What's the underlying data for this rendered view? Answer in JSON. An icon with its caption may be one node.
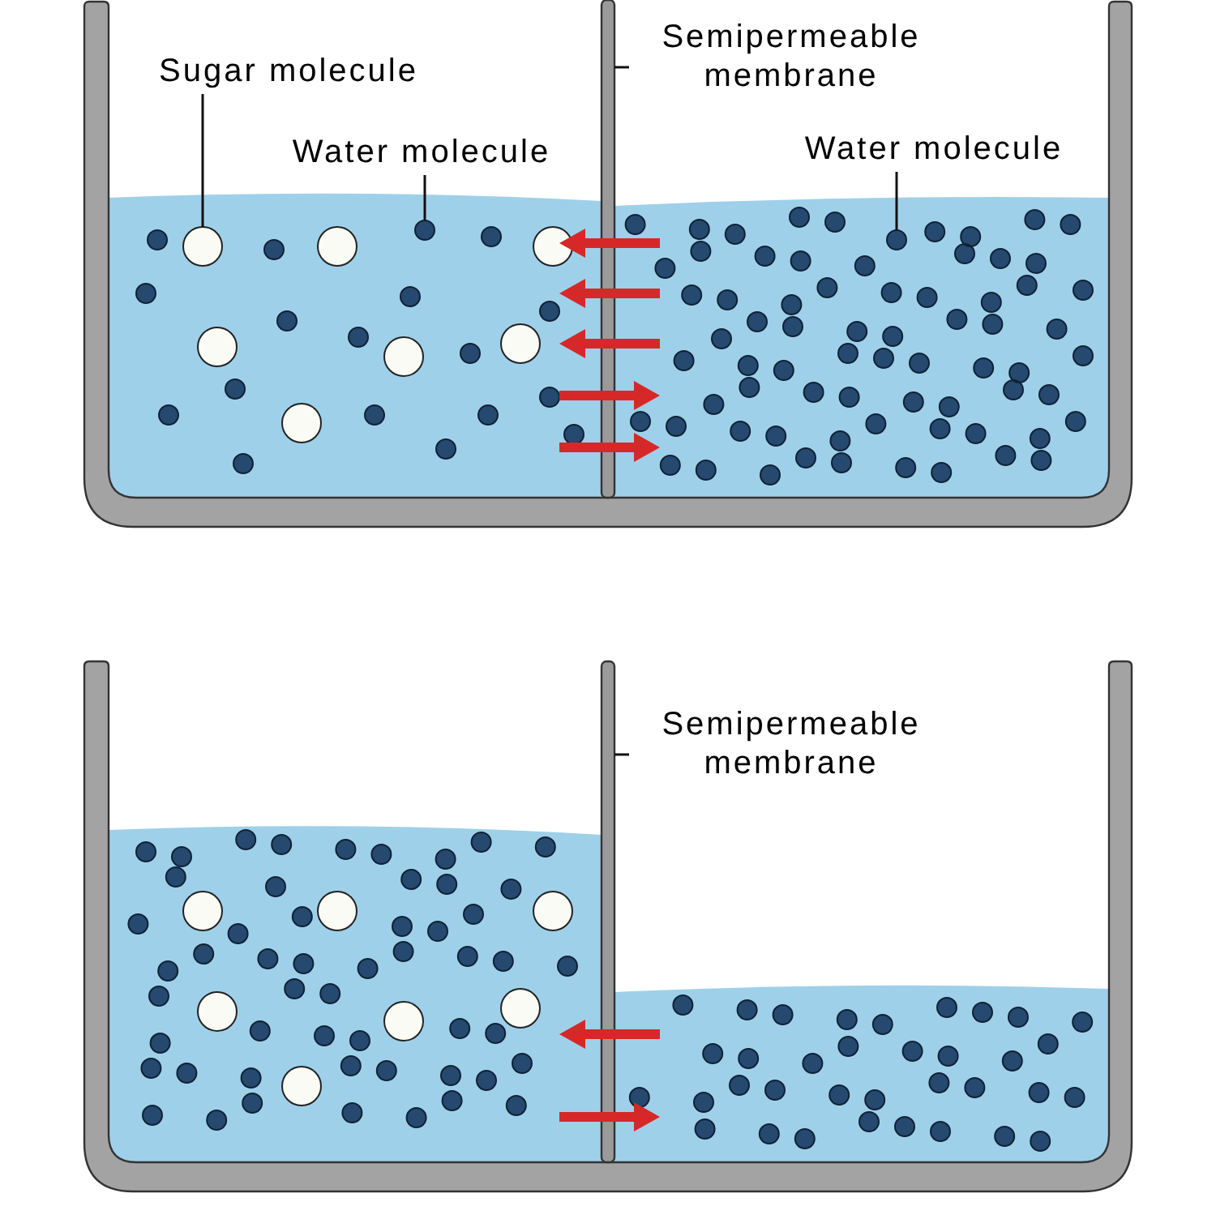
{
  "diagram": {
    "nodes": [
      {
        "text": [
          "Sugar molecule"
        ]
      },
      {
        "text": [],
        "shape": "circle"
      },
      {
        "text": [
          "Water molecule"
        ]
      },
      {
        "text": [],
        "shape": "circle"
      },
      {
        "text": [
          "Semipermeable membrane"
        ]
      },
      {
        "text": [],
        "shape": "bar"
      },
      {
        "text": [
          "Water molecule"
        ]
      },
      {
        "text": [],
        "shape": "circle"
      },
      {
        "text": [
          "Semipermeable membrane"
        ]
      },
      {
        "text": [],
        "shape": "bar"
      }
    ],
    "edges": [
      {
        "from": 0,
        "to": 1,
        "arrow": "none"
      },
      {
        "from": 2,
        "to": 3,
        "arrow": "none"
      },
      {
        "from": 4,
        "to": 5,
        "arrow": "none"
      },
      {
        "from": 6,
        "to": 7,
        "arrow": "none"
      },
      {
        "from": 8,
        "to": 9,
        "arrow": "none"
      }
    ]
  }
}
